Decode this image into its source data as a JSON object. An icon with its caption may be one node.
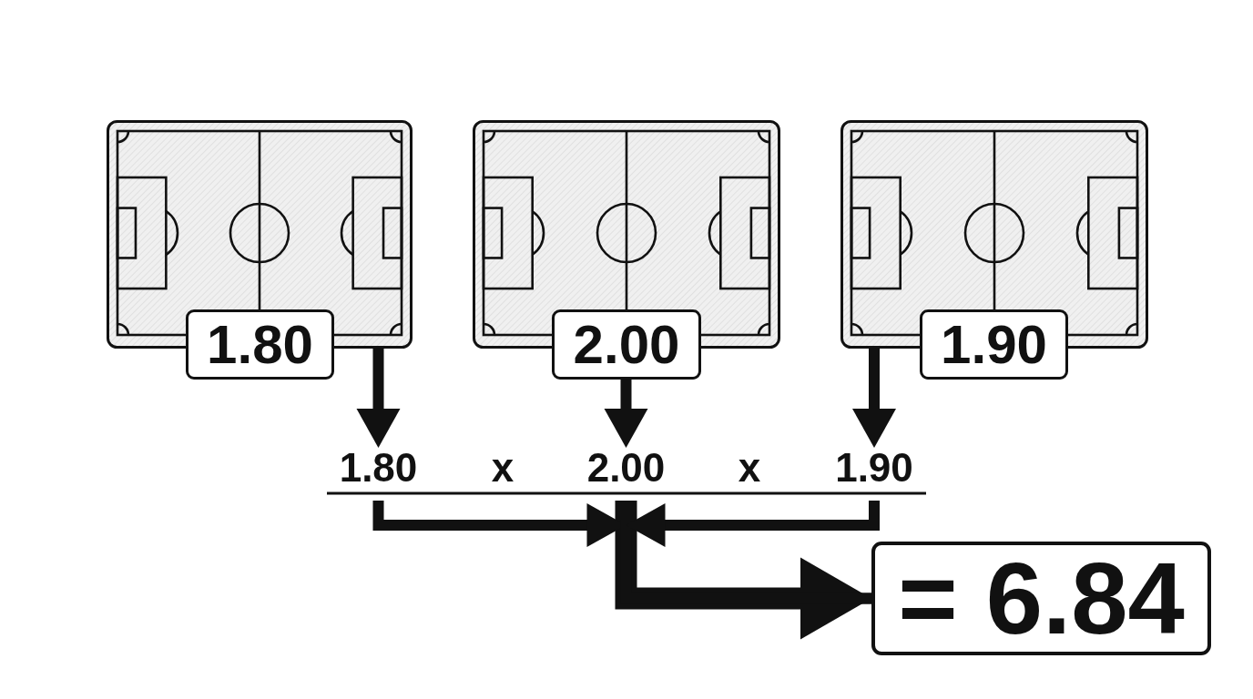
{
  "diagram": {
    "nodes": [
      {
        "text": [],
        "shape": "picture"
      },
      {
        "text": [
          "1.80"
        ]
      },
      {
        "text": [],
        "shape": "picture"
      },
      {
        "text": [
          "2.00"
        ]
      },
      {
        "text": [],
        "shape": "picture"
      },
      {
        "text": [
          "1.90"
        ]
      },
      {
        "text": [
          "1.80"
        ]
      },
      {
        "text": [
          "2.00"
        ]
      },
      {
        "text": [
          "1.90"
        ]
      },
      {
        "text": [
          "= 6.84"
        ]
      }
    ],
    "edges": [
      {
        "from": 0,
        "to": 6,
        "arrow": "to"
      },
      {
        "from": 3,
        "to": 7,
        "arrow": "to"
      },
      {
        "from": 4,
        "to": 8,
        "arrow": "to"
      },
      {
        "from": 6,
        "to": 9,
        "arrow": "to"
      },
      {
        "from": 7,
        "to": 9,
        "arrow": "to",
        "style": "thick"
      },
      {
        "from": 8,
        "to": 9,
        "arrow": "to"
      }
    ],
    "labels": [
      "x",
      "x"
    ]
  }
}
